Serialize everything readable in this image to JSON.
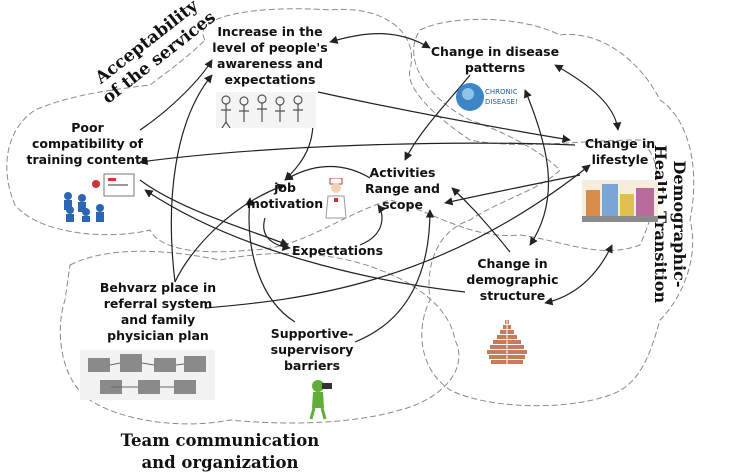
{
  "groups": {
    "acceptability": "Acceptability\nof the services",
    "demographic": "Demographic-\nHealth Transition",
    "team": "Team communication\nand organization"
  },
  "nodes": {
    "awareness": "Increase in the\nlevel of people's\nawareness and\nexpectations",
    "disease": "Change in disease\npatterns",
    "poor_compat": "Poor\ncompatibility of\ntraining contents",
    "lifestyle": "Change in\nlifestyle",
    "activities": "Activities\nRange and\nscope",
    "job_motivation": "job\nmotivation",
    "expectations": "Expectations",
    "behvarz": "Behvarz place in\nreferral system\nand family\nphysician plan",
    "supportive": "Supportive-\nsupervisory\nbarriers",
    "demographic_structure": "Change in\ndemographic\nstructure"
  },
  "images": {
    "chronic_disease_text": "CHRONIC\nDISEASE!"
  }
}
